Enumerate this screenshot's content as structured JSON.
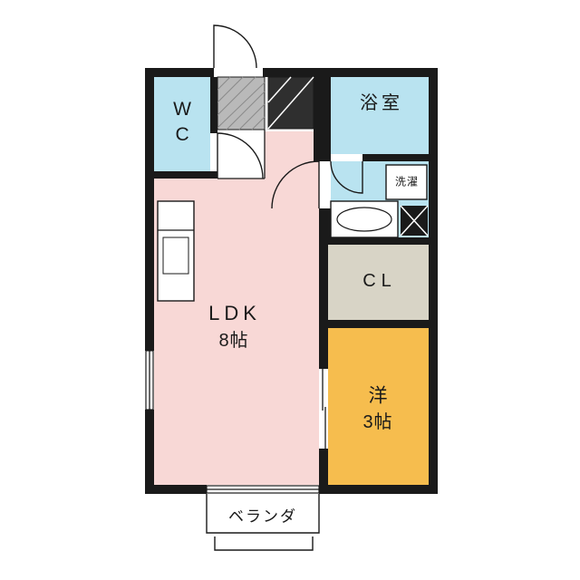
{
  "plan": {
    "rooms": {
      "wc": {
        "label": "WC"
      },
      "bath": {
        "label": "浴室"
      },
      "laundry": {
        "label": "洗濯"
      },
      "closet": {
        "label": "CL"
      },
      "ldk": {
        "label": "LDK",
        "size": "8帖"
      },
      "western_room": {
        "label": "洋",
        "size": "3帖"
      },
      "veranda": {
        "label": "ベランダ"
      }
    },
    "colors": {
      "wall": "#1a1a1a",
      "water": "#b9e3f0",
      "ldk": "#f8d8d6",
      "closet": "#d8d4c6",
      "western_room": "#f6bd4e",
      "entrance_tile": "#b9b9b9",
      "fixture_dark": "#2f2f2f",
      "background": "#ffffff"
    }
  }
}
